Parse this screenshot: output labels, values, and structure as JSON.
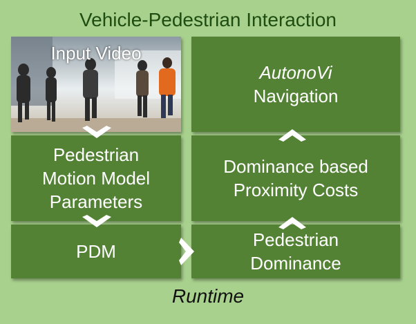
{
  "title": "Vehicle-Pedestrian Interaction",
  "footer": "Runtime",
  "left": {
    "video_label": "Input Video",
    "params_lines": [
      "Pedestrian",
      "Motion Model",
      "Parameters"
    ],
    "pdm_label": "PDM"
  },
  "right": {
    "nav_line1": "AutonoVi",
    "nav_line2": "Navigation",
    "costs_lines": [
      "Dominance based",
      "Proximity Costs"
    ],
    "dominance_lines": [
      "Pedestrian",
      "Dominance"
    ]
  },
  "colors": {
    "background": "#a9d18e",
    "box": "#548235",
    "title_text": "#1e4d12",
    "arrow": "#ffffff"
  },
  "icons": [
    "chevron-down-icon",
    "chevron-up-icon",
    "chevron-right-icon"
  ]
}
